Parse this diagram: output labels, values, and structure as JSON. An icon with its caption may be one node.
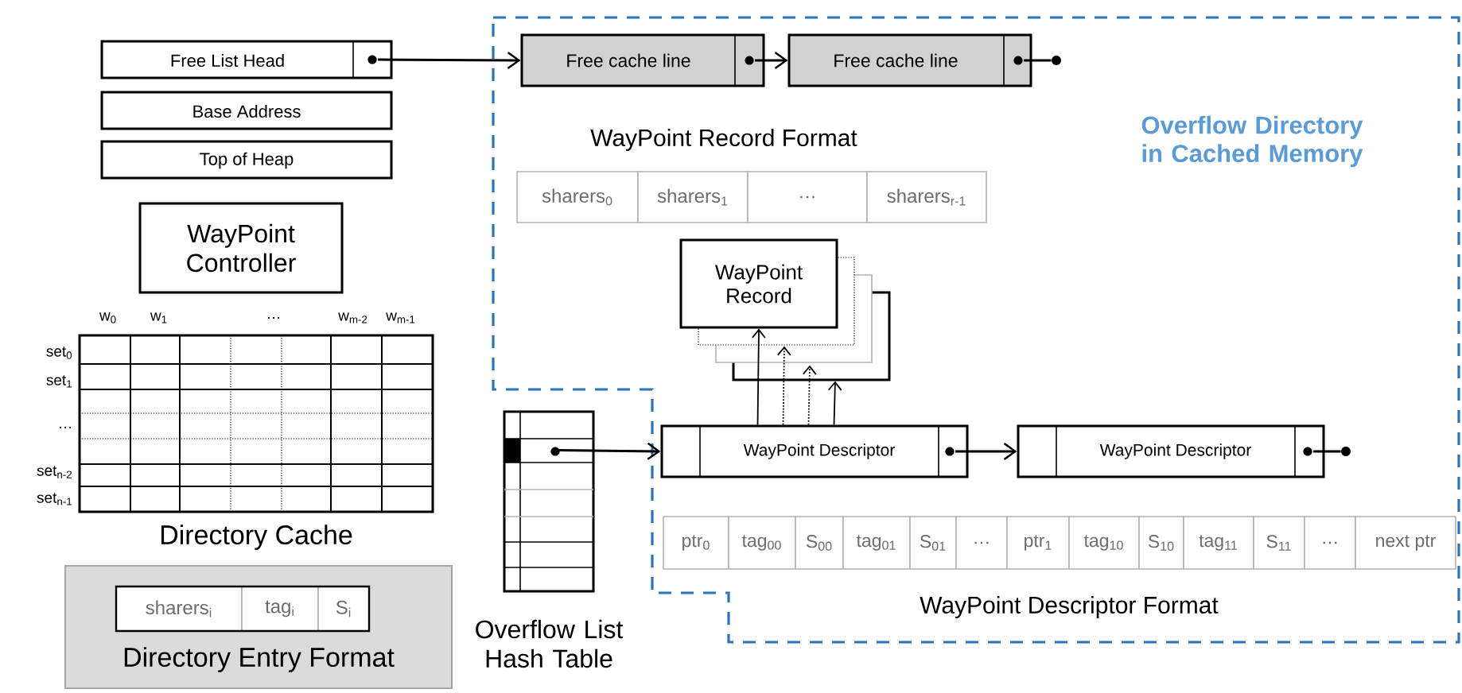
{
  "diagram": {
    "nodes": [
      {
        "text": [
          "Free List Head"
        ]
      },
      {
        "text": [
          "Base Address"
        ]
      },
      {
        "text": [
          "Top of Heap"
        ]
      },
      {
        "text": [
          "WayPoint Controller"
        ]
      },
      {
        "text": [
          "Overflow Directory in Cached Memory"
        ]
      },
      {
        "text": [
          "Free cache line"
        ],
        "in": 4
      },
      {
        "text": [
          "Free cache line"
        ],
        "in": 4
      },
      {
        "text": [
          "WayPoint Record"
        ],
        "in": 4
      },
      {
        "text": [
          "Directory Cache"
        ],
        "beside": [
          "w$_{0}$",
          "w$_{1}$",
          "…",
          "w$_{m-2}$",
          "w$_{m-1}$",
          "set$_{0}$",
          "set$_{1}$",
          "…",
          "set$_{n-2}$",
          "set$_{n-1}$"
        ]
      },
      {
        "text": [
          "Directory Entry Format"
        ]
      },
      {
        "text": [
          "Overflow List Hash Table"
        ]
      },
      {
        "text": [
          "WayPoint Descriptor"
        ],
        "in": 4
      },
      {
        "text": [
          "WayPoint Descriptor"
        ],
        "in": 4
      },
      {
        "text": [],
        "shape": "circle",
        "in": 4
      },
      {
        "text": [],
        "shape": "circle",
        "in": 4
      }
    ],
    "edges": [
      {
        "from": 0,
        "to": 5,
        "arrow": "to"
      },
      {
        "from": 5,
        "to": 6,
        "arrow": "to"
      },
      {
        "from": 6,
        "to": 13,
        "arrow": "none"
      },
      {
        "from": 10,
        "to": 11,
        "arrow": "to"
      },
      {
        "from": 11,
        "to": 12,
        "arrow": "to"
      },
      {
        "from": 12,
        "to": 14,
        "arrow": "none"
      },
      {
        "from": 11,
        "to": 7,
        "arrow": "to"
      },
      {
        "from": 11,
        "to": 7,
        "arrow": "to",
        "style": "dashed"
      },
      {
        "from": 11,
        "to": 7,
        "arrow": "to",
        "style": "dashed"
      },
      {
        "from": 11,
        "to": 7,
        "arrow": "to"
      }
    ],
    "labels": [
      "WayPoint Record Format",
      "sharers$_{0}$",
      "sharers$_{1}$",
      "…",
      "sharers$_{r-1}$",
      "sharers$_{i}$",
      "tag$_{i}$",
      "S$_{i}$",
      "ptr$_{0}$",
      "tag$_{00}$",
      "S$_{00}$",
      "tag$_{01}$",
      "S$_{01}$",
      "…",
      "ptr$_{1}$",
      "tag$_{10}$",
      "S$_{10}$",
      "tag$_{11}$",
      "S$_{11}$",
      "…",
      "next ptr",
      "WayPoint Descriptor Format"
    ]
  }
}
